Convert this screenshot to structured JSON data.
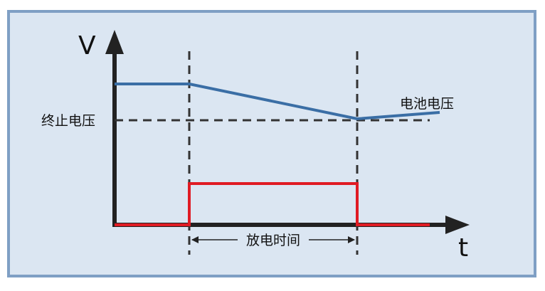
{
  "axis": {
    "y_label": "V",
    "x_label": "t"
  },
  "labels": {
    "cutoff_voltage": "终止电压",
    "battery_voltage": "电池电压",
    "discharge_time": "放电时间"
  },
  "colors": {
    "frame_border": "#7f9fc4",
    "frame_fill": "#dbe6f2",
    "voltage_line": "#3a6ea5",
    "pulse_line": "#e01b24",
    "axis": "#222222",
    "dashed": "#333333"
  },
  "waveforms": {
    "battery_voltage": "flat, then linear decline during discharge to the cutoff level, then slight rise after discharge",
    "discharge_pulse": "low before discharge, high during discharge time, low afterwards"
  }
}
